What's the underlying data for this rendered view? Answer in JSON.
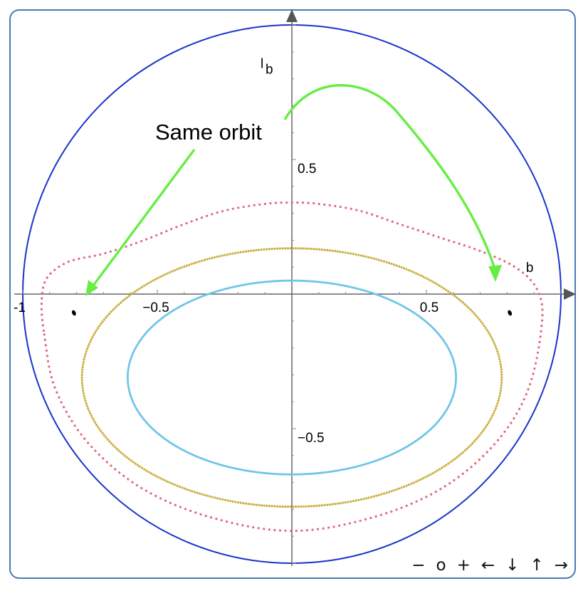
{
  "chart_data": {
    "type": "scatter",
    "title": "",
    "xlabel": "b",
    "ylabel": "l",
    "ylabel_sub": "b",
    "xlim": [
      -1,
      1
    ],
    "ylim": [
      -1,
      1
    ],
    "x_ticks": [
      {
        "value": -1,
        "label": "-1"
      },
      {
        "value": -0.5,
        "label": "−0.5"
      },
      {
        "value": 0.5,
        "label": "0.5"
      }
    ],
    "y_ticks": [
      {
        "value": 0.5,
        "label": "0.5"
      },
      {
        "value": -0.5,
        "label": "−0.5"
      }
    ],
    "boundary": {
      "shape": "unit-circle",
      "color": "#1a33cc"
    },
    "series": [
      {
        "color": "#e06a7a",
        "style": "dotted",
        "points": [
          [
            -0.92,
            -0.15
          ],
          [
            -0.88,
            -0.35
          ],
          [
            -0.76,
            -0.55
          ],
          [
            -0.56,
            -0.72
          ],
          [
            -0.3,
            -0.83
          ],
          [
            0,
            -0.88
          ],
          [
            0.3,
            -0.83
          ],
          [
            0.56,
            -0.72
          ],
          [
            0.76,
            -0.55
          ],
          [
            0.88,
            -0.35
          ],
          [
            0.93,
            -0.1
          ],
          [
            0.91,
            0.02
          ],
          [
            0.83,
            0.1
          ],
          [
            0.7,
            0.16
          ],
          [
            0.55,
            0.21
          ],
          [
            0.4,
            0.26
          ],
          [
            0.25,
            0.31
          ],
          [
            0.1,
            0.335
          ],
          [
            0,
            0.34
          ],
          [
            -0.1,
            0.335
          ],
          [
            -0.25,
            0.31
          ],
          [
            -0.4,
            0.26
          ],
          [
            -0.55,
            0.2
          ],
          [
            -0.7,
            0.15
          ],
          [
            -0.83,
            0.12
          ],
          [
            -0.91,
            0.06
          ],
          [
            -0.93,
            -0.03
          ]
        ]
      },
      {
        "color": "#c9b040",
        "style": "dotted",
        "center": [
          0,
          -0.31
        ],
        "rx": 0.78,
        "ry": 0.48
      },
      {
        "color": "#6ec5e8",
        "style": "solid",
        "center": [
          0,
          -0.31
        ],
        "rx": 0.61,
        "ry": 0.36
      },
      {
        "color": "#000000",
        "style": "point",
        "points": [
          [
            -0.81,
            -0.07
          ],
          [
            0.81,
            -0.07
          ]
        ]
      }
    ],
    "annotations": [
      {
        "text": "Same orbit",
        "arrow_color": "#66ee44"
      }
    ]
  },
  "controls": {
    "zoom_out": "−",
    "reset": "o",
    "zoom_in": "+",
    "pan_left": "←",
    "pan_down": "↓",
    "pan_up": "↑",
    "pan_right": "→"
  }
}
